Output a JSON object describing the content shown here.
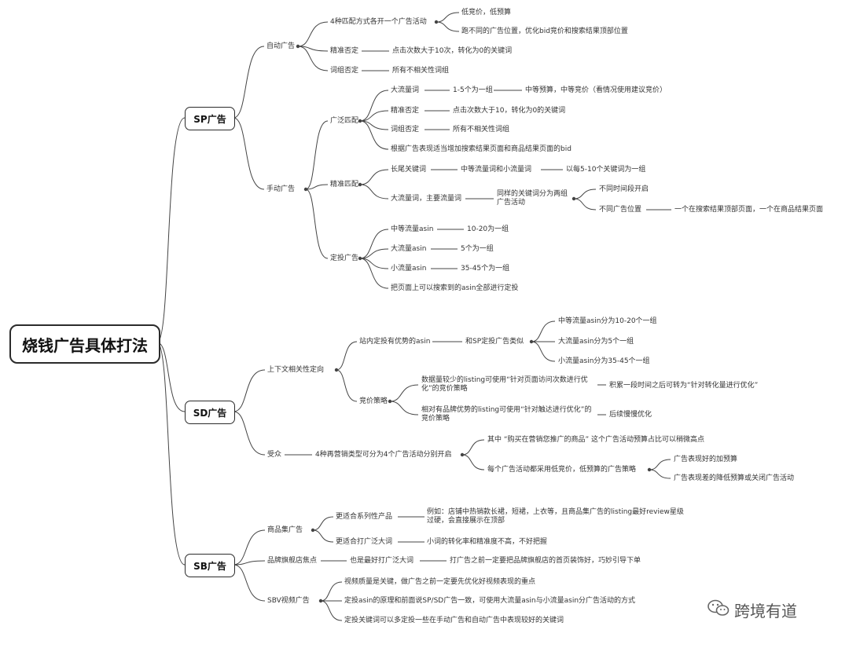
{
  "root": "烧钱广告具体打法",
  "sp": {
    "label": "SP广告",
    "auto": {
      "label": "自动广告",
      "match4": "4种匹配方式各开一个广告活动",
      "low_bid": "低竞价，低预算",
      "positions": "跑不同的广告位置，优化bid竞价和搜索结果顶部位置",
      "exact_neg": "精准否定",
      "exact_neg_desc": "点击次数大于10次，转化为0的关键词",
      "phrase_neg": "词组否定",
      "phrase_neg_desc": "所有不相关性词组"
    },
    "manual": {
      "label": "手动广告",
      "broad": {
        "label": "广泛匹配",
        "big_words": "大流量词",
        "group_1_5": "1-5个为一组",
        "mid_budget": "中等预算，中等竞价（看情况使用建议竞价）",
        "exact_neg": "精准否定",
        "exact_neg_desc": "点击次数大于10，转化为0的关键词",
        "phrase_neg": "词组否定",
        "phrase_neg_desc": "所有不相关性词组",
        "bid_note": "根据广告表现适当增加搜索结果页面和商品结果页面的bid"
      },
      "exact": {
        "label": "精准匹配",
        "longtail": "长尾关键词",
        "mid_small": "中等流量词和小流量词",
        "group_5_10": "以每5-10个关键词为一组",
        "big_main": "大流量词，主要流量词",
        "split_two": "同样的关键词分为两组广告活动",
        "diff_time": "不同时间段开启",
        "diff_pos": "不同广告位置",
        "pos_desc": "一个在搜索结果顶部页面，一个在商品结果页面"
      },
      "targeting": {
        "label": "定投广告",
        "mid_asin": "中等流量asin",
        "g_10_20": "10-20为一组",
        "big_asin": "大流量asin",
        "g_5": "5个为一组",
        "small_asin": "小流量asin",
        "g_35_45": "35-45个为一组",
        "all_asin": "把页面上可以搜索到的asin全部进行定投"
      }
    }
  },
  "sd": {
    "label": "SD广告",
    "context": {
      "label": "上下文相关性定向",
      "site_asin": "站内定投有优势的asin",
      "same_sp": "和SP定投广告类似",
      "mid_asin": "中等流量asin分为10-20个一组",
      "big_asin": "大流量asin分为5个一组",
      "small_asin": "小流量asin分为35-45个一组",
      "bid_strategy": "竞价策略",
      "few_sales": "数据量较少的listing可使用“针对页面访问次数进行优化”的竞价策略",
      "accumulate": "积累一段时间之后可转为“针对转化量进行优化”",
      "brand_adv": "相对有品牌优势的listing可使用“针对触达进行优化”的竞价策略",
      "optimize_later": "后续慢慢优化"
    },
    "audience": {
      "label": "受众",
      "four_types": "4种再营销类型可分为4个广告活动分别开启",
      "views_note": "其中 “购买在营销您推广的商品” 这个广告活动预算占比可以稍微高点",
      "low_bid": "每个广告活动都采用低竞价，低预算的广告策略",
      "good": "广告表现好的加预算",
      "bad": "广告表现差的降低预算或关闭广告活动"
    }
  },
  "sb": {
    "label": "SB广告",
    "product_set": {
      "label": "商品集广告",
      "series": "更适合系列性产品",
      "series_desc": "例如：店铺中热销款长裙，短裙，上衣等，且商品集广告的listing最好review星级过硬，会直接展示在顶部",
      "broad_words": "更适合打广泛大词",
      "broad_desc": "小词的转化率和精准度不高，不好把握"
    },
    "store": {
      "label": "品牌旗舰店焦点",
      "best_broad": "也是最好打广泛大词",
      "decorate": "打广告之前一定要把品牌旗舰店的首页装饰好，巧妙引导下单"
    },
    "sbv": {
      "label": "SBV视频广告",
      "quality": "视频质量是关键，做广告之前一定要先优化好视频表现的重点",
      "asin_rule": "定投asin的原理和前面说SP/SD广告一致，可使用大流量asin与小流量asin分广告活动的方式",
      "keyword_rule": "定投关键词可以多定投一些在手动广告和自动广告中表现较好的关键词"
    }
  },
  "watermark": {
    "icon": "wechat-icon",
    "text": "跨境有道"
  },
  "colors": {
    "line": "#444444",
    "text": "#333333",
    "border": "#2b2b2b"
  }
}
